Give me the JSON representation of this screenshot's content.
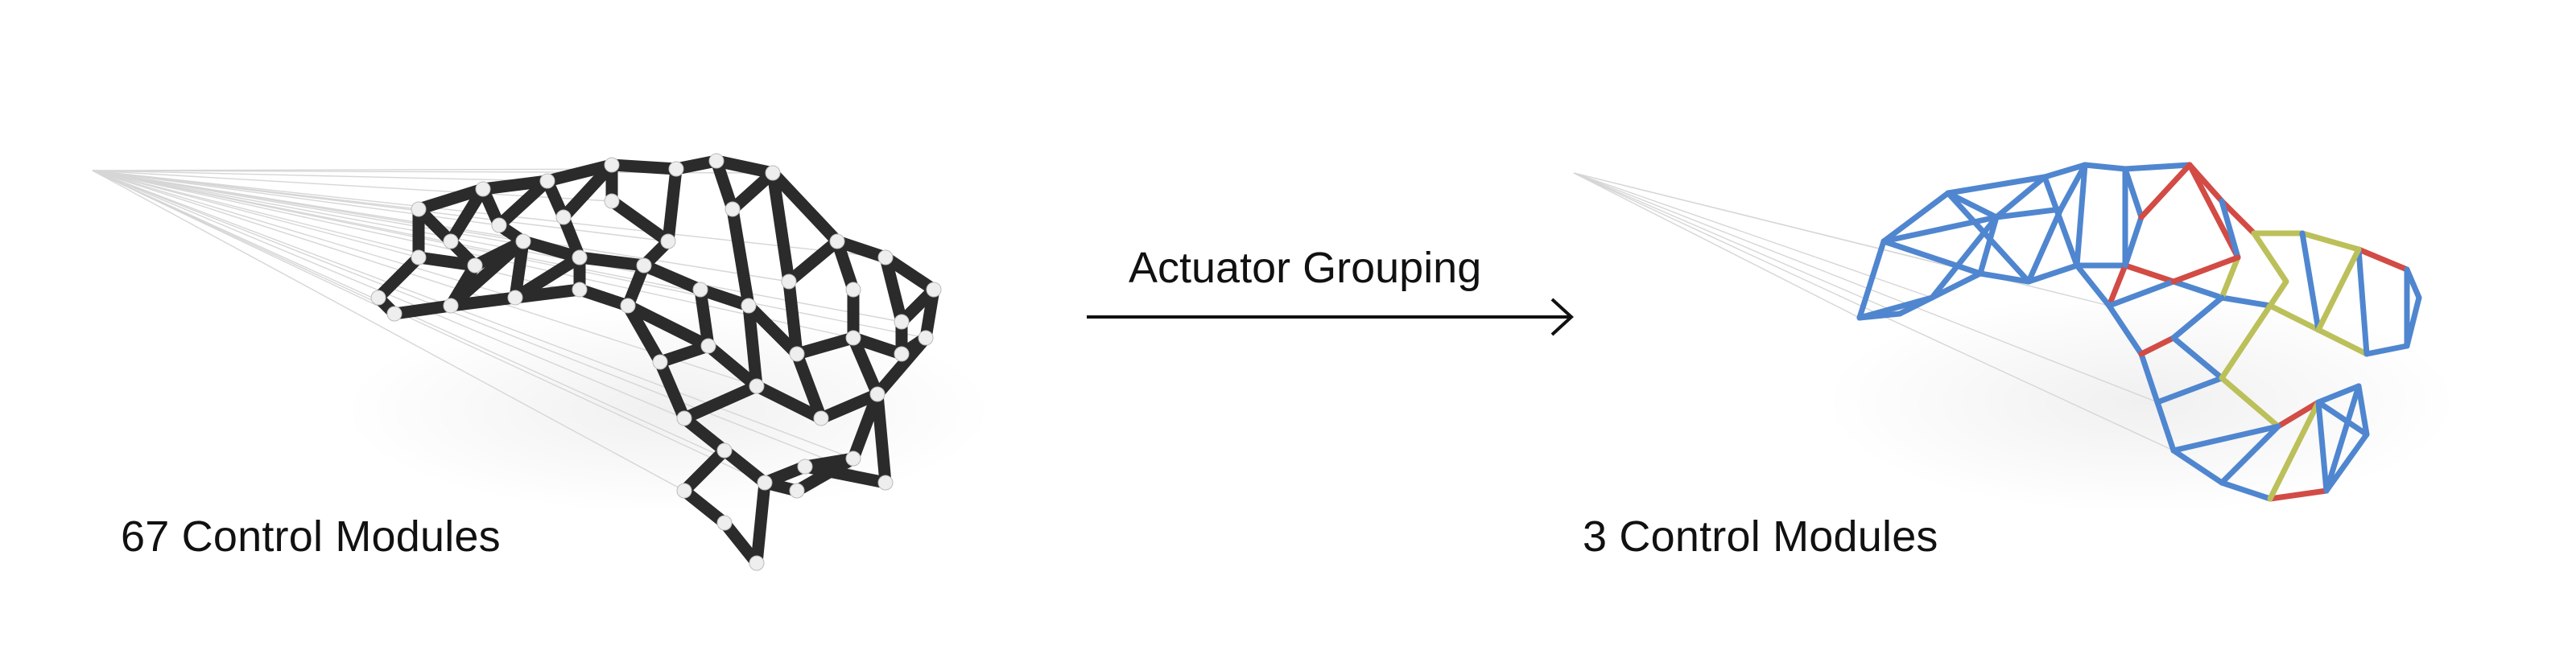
{
  "diagram": {
    "transition_label": "Actuator Grouping",
    "left": {
      "caption": "67 Control Modules",
      "strut_color": "#2b2b2b",
      "node_color": "#eeeeee",
      "cable_color": "#d6d6d6"
    },
    "right": {
      "caption": "3 Control Modules",
      "group_colors": [
        "#4f86cf",
        "#d24b45",
        "#bcc05a"
      ],
      "cable_color": "#d6d6d6"
    }
  }
}
